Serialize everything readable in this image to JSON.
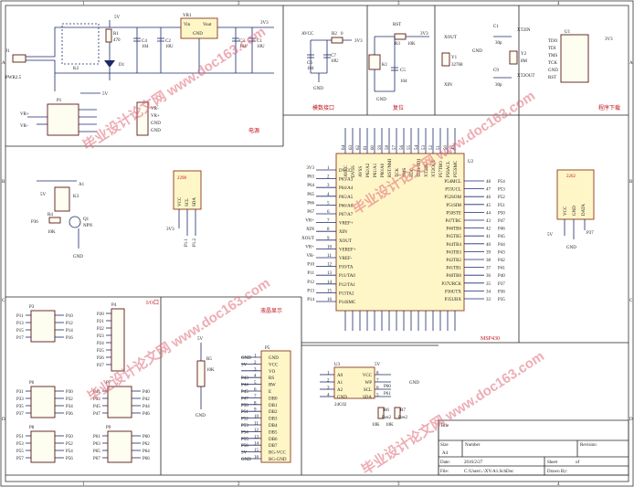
{
  "frame": {
    "col_markers": [
      "1",
      "2",
      "3",
      "4"
    ],
    "row_markers": [
      "A",
      "B",
      "C",
      "D"
    ]
  },
  "sections": {
    "power": "电源",
    "analog": "模数接口",
    "reset": "复位",
    "program": "程序下载",
    "io": "I/O口",
    "lcd": "液晶显示"
  },
  "watermark": "毕业设计论文网 www.doc163.com",
  "power": {
    "jack": "J1",
    "jack_label": "PWR2.5",
    "switch": "K2",
    "resistor": "R1",
    "resistor_val": "470",
    "diode": "D1",
    "cap1": "C4",
    "cap1_val": "104",
    "cap2": "C2",
    "cap2_val": "10U",
    "reg": "VR1",
    "reg_vin": "Vin",
    "reg_vout": "Vout",
    "reg_gnd": "GND",
    "cap3": "C3",
    "cap3_val": "104",
    "cap4": "C1",
    "cap4_val": "10U",
    "v5": "5V",
    "v33": "3V3",
    "header": "P1",
    "vr_pins": [
      "VR-",
      "VR+",
      "GND",
      "GND"
    ],
    "vr_left": [
      "VR+",
      "VR-"
    ]
  },
  "analog": {
    "avcc": "AVCC",
    "r2": "R2",
    "r2_val": "0",
    "v33": "3V3",
    "c6": "C6",
    "c6_val": "104",
    "c7": "C7",
    "c7_val": "10U",
    "gnd": "GND"
  },
  "reset": {
    "rst": "RST",
    "r3": "R3",
    "r3_val": "10K",
    "v33": "3V3",
    "k1": "K1",
    "c5": "C5",
    "c5_val": "104",
    "gnd": "GND"
  },
  "crystal": {
    "xout": "XOUT",
    "xin": "XIN",
    "y1": "Y1",
    "y1_val": "32768",
    "gnd": "GND",
    "c1": "C1",
    "c1_val": "30p",
    "c9": "C9",
    "c9_val": "30p",
    "y2": "Y2",
    "y2_val": "8M",
    "xt2in": "XT2IN",
    "xt2out": "XT2OUT"
  },
  "jtag": {
    "ref": "U1",
    "pins": [
      "TDO",
      "TDI",
      "TMS",
      "TCK",
      "GND",
      "RST"
    ],
    "v33": "3V3"
  },
  "relay": {
    "a1": "A1",
    "k3": "K3",
    "v5": "5V",
    "p36": "P36",
    "r4": "R4",
    "r4_val": "10K",
    "q1": "Q1",
    "q1_type": "NPN",
    "gnd": "GND"
  },
  "sensor": {
    "ref": "2298",
    "pins": [
      "VCC",
      "SCL",
      "SDA"
    ],
    "v33": "3V3",
    "p1": "P1.1",
    "p2": "P1.2"
  },
  "mcu": {
    "ref": "U2",
    "name": "MSP430",
    "left": [
      "DVCC",
      "P63/A3",
      "P64/A4",
      "P65/A5",
      "P66/A6",
      "P67/A7",
      "VREF+",
      "XIN",
      "XOUT",
      "VEREF+",
      "VREF-",
      "P10/TA",
      "P11/TA0",
      "P12/TA1",
      "P13TA2",
      "P14SMC"
    ],
    "left_nets": [
      "3V3",
      "P63",
      "P64",
      "P65",
      "P66",
      "P67",
      "VR+",
      "XIN",
      "XOUT",
      "VR+",
      "VR-",
      "P10",
      "P11",
      "P12",
      "P13",
      "P14"
    ],
    "left_nums": [
      "1",
      "2",
      "3",
      "4",
      "5",
      "6",
      "7",
      "8",
      "9",
      "10",
      "11",
      "12",
      "13",
      "14",
      "15",
      "16"
    ],
    "right": [
      "P54MCL",
      "P55UCL",
      "P52SOM",
      "P51SIM",
      "P50STE",
      "P47TBC",
      "P46TB6",
      "P45TB5",
      "P44TB4",
      "P43TB3",
      "P42TB2",
      "P41TB1",
      "P40TB0",
      "P37URCK",
      "P36UTX",
      "P35URX"
    ],
    "right_nets": [
      "P54",
      "P53",
      "P52",
      "P51",
      "P50",
      "P47",
      "P46",
      "P45",
      "P44",
      "P43",
      "P42",
      "P41",
      "P40",
      "P37",
      "P36",
      "P35"
    ],
    "right_nums": [
      "48",
      "47",
      "46",
      "45",
      "44",
      "43",
      "42",
      "41",
      "40",
      "39",
      "38",
      "37",
      "36",
      "35",
      "34",
      "33"
    ],
    "top": [
      "AVCC",
      "DVSS",
      "AVSS",
      "P62/A2",
      "P61/A1",
      "P60/A0",
      "RST/NMI",
      "TCK",
      "TMS",
      "TDI",
      "TDO/TDI",
      "XT2IN",
      "XT2OUT",
      "P57TBO",
      "P56ACL",
      "P55SMC"
    ],
    "top_nums": [
      "64",
      "63",
      "62",
      "61",
      "60",
      "59",
      "58",
      "57",
      "56",
      "55",
      "54",
      "53",
      "52",
      "51",
      "50",
      "49"
    ]
  },
  "ds18b20": {
    "ref": "2262",
    "pins": [
      "VCC",
      "GND",
      "DATA"
    ],
    "v5": "5V",
    "gnd": "GND",
    "p37": "P37"
  },
  "headers": {
    "p3": "P3",
    "p3_nets": [
      "P11",
      "P13",
      "P15",
      "P17"
    ],
    "p3_out": [
      "P10",
      "P12",
      "P14",
      "P16"
    ],
    "p4": "P4",
    "p4_nets": [
      "P20",
      "P21",
      "P22",
      "P23",
      "P24",
      "P25",
      "P26",
      "P27"
    ],
    "p6": "P6",
    "p6_nets": [
      "P31",
      "P33",
      "P35",
      "P37"
    ],
    "p6_out": [
      "P30",
      "P32",
      "P34",
      "P36"
    ],
    "p7": "P7",
    "p7_nets": [
      "P41",
      "P43",
      "P45",
      "P47"
    ],
    "p7_out": [
      "P40",
      "P42",
      "P44",
      "P46"
    ],
    "p8": "P8",
    "p8_nets": [
      "P51",
      "P53",
      "P55",
      "P57"
    ],
    "p8_out": [
      "P50",
      "P52",
      "P54",
      "P56"
    ],
    "p9": "P9",
    "p9_nets": [
      "P61",
      "P63",
      "P65",
      "P67"
    ],
    "p9_out": [
      "P60",
      "P62",
      "P64",
      "P66"
    ]
  },
  "lcd": {
    "r5": "R5",
    "r5_val": "10K",
    "v5": "5V",
    "gnd": "GND",
    "ref": "P5",
    "pins": [
      "GND",
      "VCC",
      "VO",
      "RS",
      "RW",
      "E",
      "DB0",
      "DB1",
      "DB2",
      "DB3",
      "DB4",
      "DB5",
      "DB6",
      "DB7",
      "BG-VCC",
      "BG-GND"
    ],
    "nums": [
      "1",
      "2",
      "3",
      "4",
      "5",
      "6",
      "7",
      "8",
      "9",
      "10",
      "11",
      "12",
      "13",
      "14",
      "15",
      "16"
    ],
    "nets": [
      "GND",
      "5V",
      "",
      "P43",
      "P44",
      "P45",
      "P47",
      "P50",
      "P51",
      "P52",
      "P53",
      "P54",
      "P55",
      "P56",
      "5V",
      "GND"
    ]
  },
  "eeprom": {
    "ref": "U3",
    "part": "24C02",
    "pins_left": [
      "A0",
      "A1",
      "A2",
      "GND"
    ],
    "pins_right": [
      "VCC",
      "WP",
      "SCL",
      "SDA"
    ],
    "nums_left": [
      "1",
      "2",
      "3",
      "4"
    ],
    "nums_right": [
      "8",
      "7",
      "6",
      "5"
    ],
    "v5": "5V",
    "gnd": "GND",
    "r6": "R6",
    "r6_val": "10K",
    "r7": "R7",
    "r7_val": "10K",
    "res1": "Res2",
    "res2": "Res2",
    "p60": "P60",
    "p61": "P61"
  },
  "titleblock": {
    "title_lbl": "Title",
    "size_lbl": "Size",
    "size": "A4",
    "number_lbl": "Number",
    "revision_lbl": "Revision",
    "date_lbl": "Date:",
    "date": "2016/2/27",
    "sheet_lbl": "Sheet",
    "of_lbl": "of",
    "file_lbl": "File:",
    "file": "C:\\Users\\..\\XY-A1.SchDoc",
    "drawn_lbl": "Drawn By:"
  }
}
